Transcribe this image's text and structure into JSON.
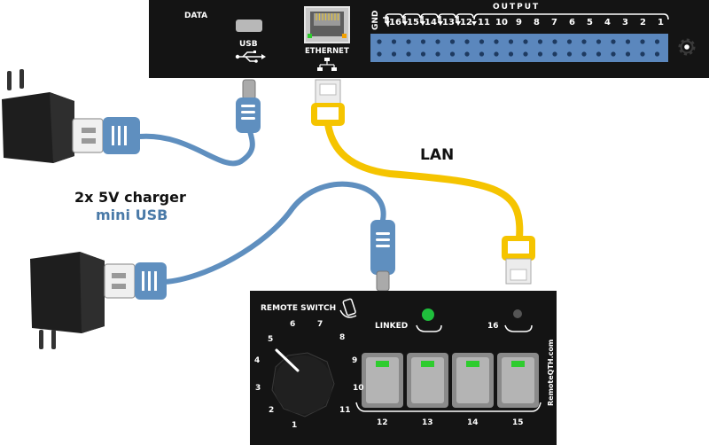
{
  "controller": {
    "data_label": "DATA",
    "usb_label": "USB",
    "ethernet_label": "ETHERNET",
    "gnd_label": "GND",
    "output_label": "OUTPUT",
    "output_numbers": [
      "16",
      "15",
      "14",
      "13",
      "12",
      "11",
      "10",
      "9",
      "8",
      "7",
      "6",
      "5",
      "4",
      "3",
      "2",
      "1"
    ],
    "icons": [
      "usb-port-icon",
      "ethernet-port-icon",
      "usb-symbol-icon",
      "network-symbol-icon",
      "gear-icon"
    ]
  },
  "lan_label": "LAN",
  "charger": {
    "line1": "2x 5V charger",
    "line2": "mini USB",
    "line2_color": "#4a7aa8"
  },
  "remote_switch": {
    "title": "REMOTE SWITCH",
    "linked_label": "LINKED",
    "led16_label": "16",
    "brand": "RemoteQTH.com",
    "dial_positions": [
      "1",
      "2",
      "3",
      "4",
      "5",
      "6",
      "7",
      "8",
      "9",
      "10",
      "11"
    ],
    "button_labels": [
      "12",
      "13",
      "14",
      "15"
    ]
  },
  "colors": {
    "panel": "#141414",
    "terminal_strip": "#5b87bd",
    "usb_cable": "#5f8fbf",
    "lan_cable": "#f5c400",
    "linked_led": "#1fbf3c",
    "button_indicator": "#2ecc2e"
  }
}
